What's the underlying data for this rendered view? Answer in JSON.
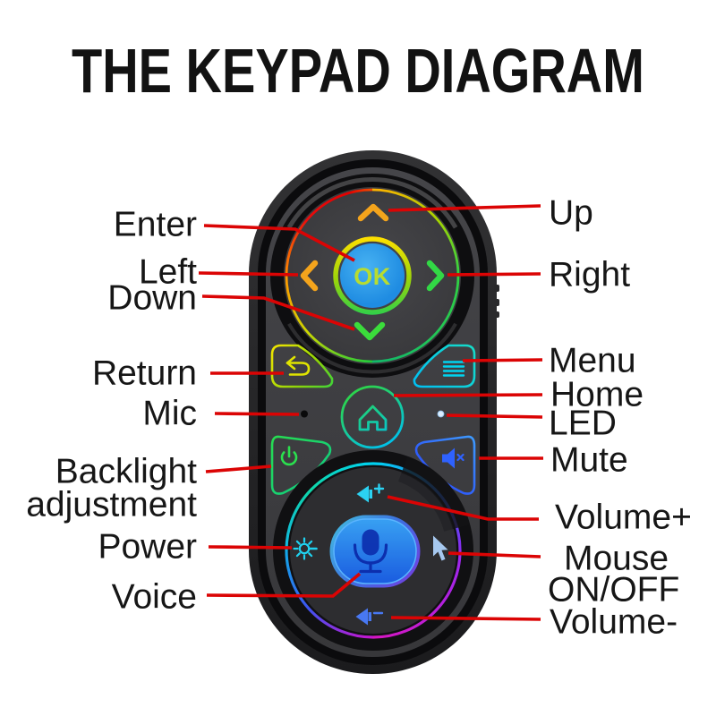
{
  "title": "THE KEYPAD DIAGRAM",
  "colors": {
    "callout_red": "#db0404",
    "background": "#ffffff",
    "ok_button_blue": "#2196e8",
    "voice_button_blue": "#1e6fe8",
    "dpad_ring_top": "#ffb000",
    "dpad_ring_left": "#e80c0c",
    "voice_ring_top": "#00d2f0",
    "voice_ring_bottom": "#c914cf"
  },
  "remote": {
    "ok_label": "OK",
    "icons": [
      "up-arrow",
      "left-arrow",
      "right-arrow",
      "down-arrow",
      "ok",
      "return",
      "menu",
      "home",
      "mic-hole",
      "led",
      "power",
      "mute",
      "backlight-sun",
      "voice-mic",
      "mouse-cursor",
      "volume-plus",
      "volume-minus"
    ]
  },
  "labels": {
    "enter": "Enter",
    "left": "Left",
    "down": "Down",
    "return": "Return",
    "mic": "Mic",
    "backlight_line1": "Backlight",
    "backlight_line2": "adjustment",
    "power": "Power",
    "voice": "Voice",
    "up": "Up",
    "right": "Right",
    "menu": "Menu",
    "home": "Home",
    "led": "LED",
    "mute": "Mute",
    "volume_plus": "Volume+",
    "mouse_line1": "Mouse",
    "mouse_line2": "ON/OFF",
    "volume_minus": "Volume-"
  }
}
